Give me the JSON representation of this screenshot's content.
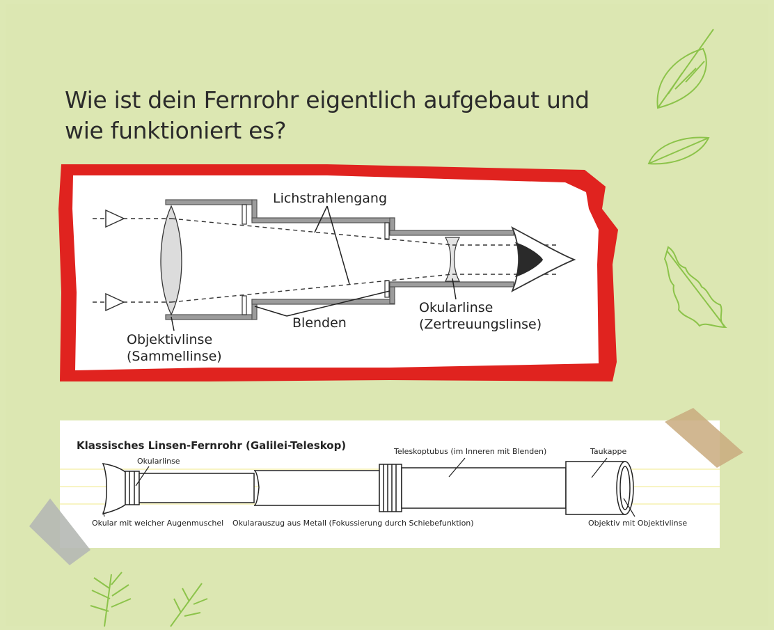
{
  "title": {
    "line1": "Wie ist dein Fernrohr eigentlich aufgebaut und",
    "line2": "wie funktioniert es?"
  },
  "diagram_top": {
    "labels": {
      "lightpath": "Lichstrahlengang",
      "blenden": "Blenden",
      "objektiv_1": "Objektivlinse",
      "objektiv_2": "(Sammellinse)",
      "okular_1": "Okularlinse",
      "okular_2": "(Zertreuungslinse)"
    }
  },
  "diagram_bottom": {
    "heading": "Klassisches Linsen-Fernrohr (Galilei-Teleskop)",
    "labels": {
      "okularlinse": "Okularlinse",
      "tubus": "Teleskoptubus (im Inneren mit Blenden)",
      "taukappe": "Taukappe",
      "okular": "Okular mit weicher Augenmuschel",
      "auszug": "Okularauszug aus Metall (Fokussierung durch Schiebefunktion)",
      "objektiv": "Objektiv mit Objektivlinse"
    }
  },
  "colors": {
    "background": "#dce7b2",
    "red_paper": "#e0231f",
    "tube_grey": "#9c9c9c",
    "leaf_green": "#8cc34a",
    "tape_tan": "#c9aa7e",
    "tape_grey": "#b5b8b4"
  },
  "icons": [
    "leaf-icon",
    "leaf-icon",
    "oak-leaf-icon",
    "fir-branch-icon",
    "eye-icon",
    "arrow-triangle-icon"
  ]
}
